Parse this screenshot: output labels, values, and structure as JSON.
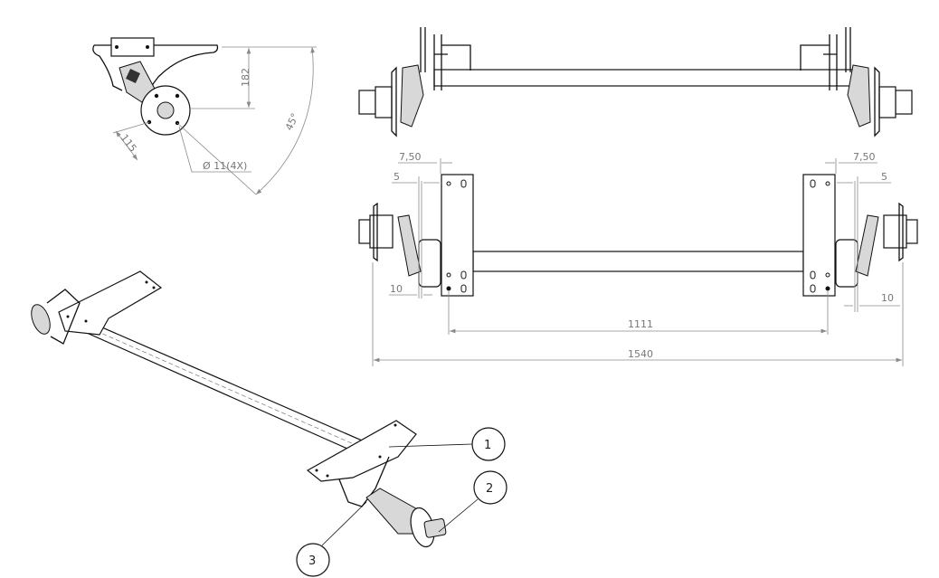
{
  "side_view": {
    "height_dim": "182",
    "angle_dim": "45°",
    "bolt_circle_dim": "115",
    "hole_dim": "Ø 11(4X)"
  },
  "front_view": {
    "offset_left": "7,50",
    "offset_right": "7,50",
    "gap_left": "5",
    "gap_right": "5",
    "width_left": "10",
    "width_right": "10",
    "bracket_span": "1111",
    "overall_width": "1540"
  },
  "balloons": [
    "1",
    "2",
    "3"
  ]
}
